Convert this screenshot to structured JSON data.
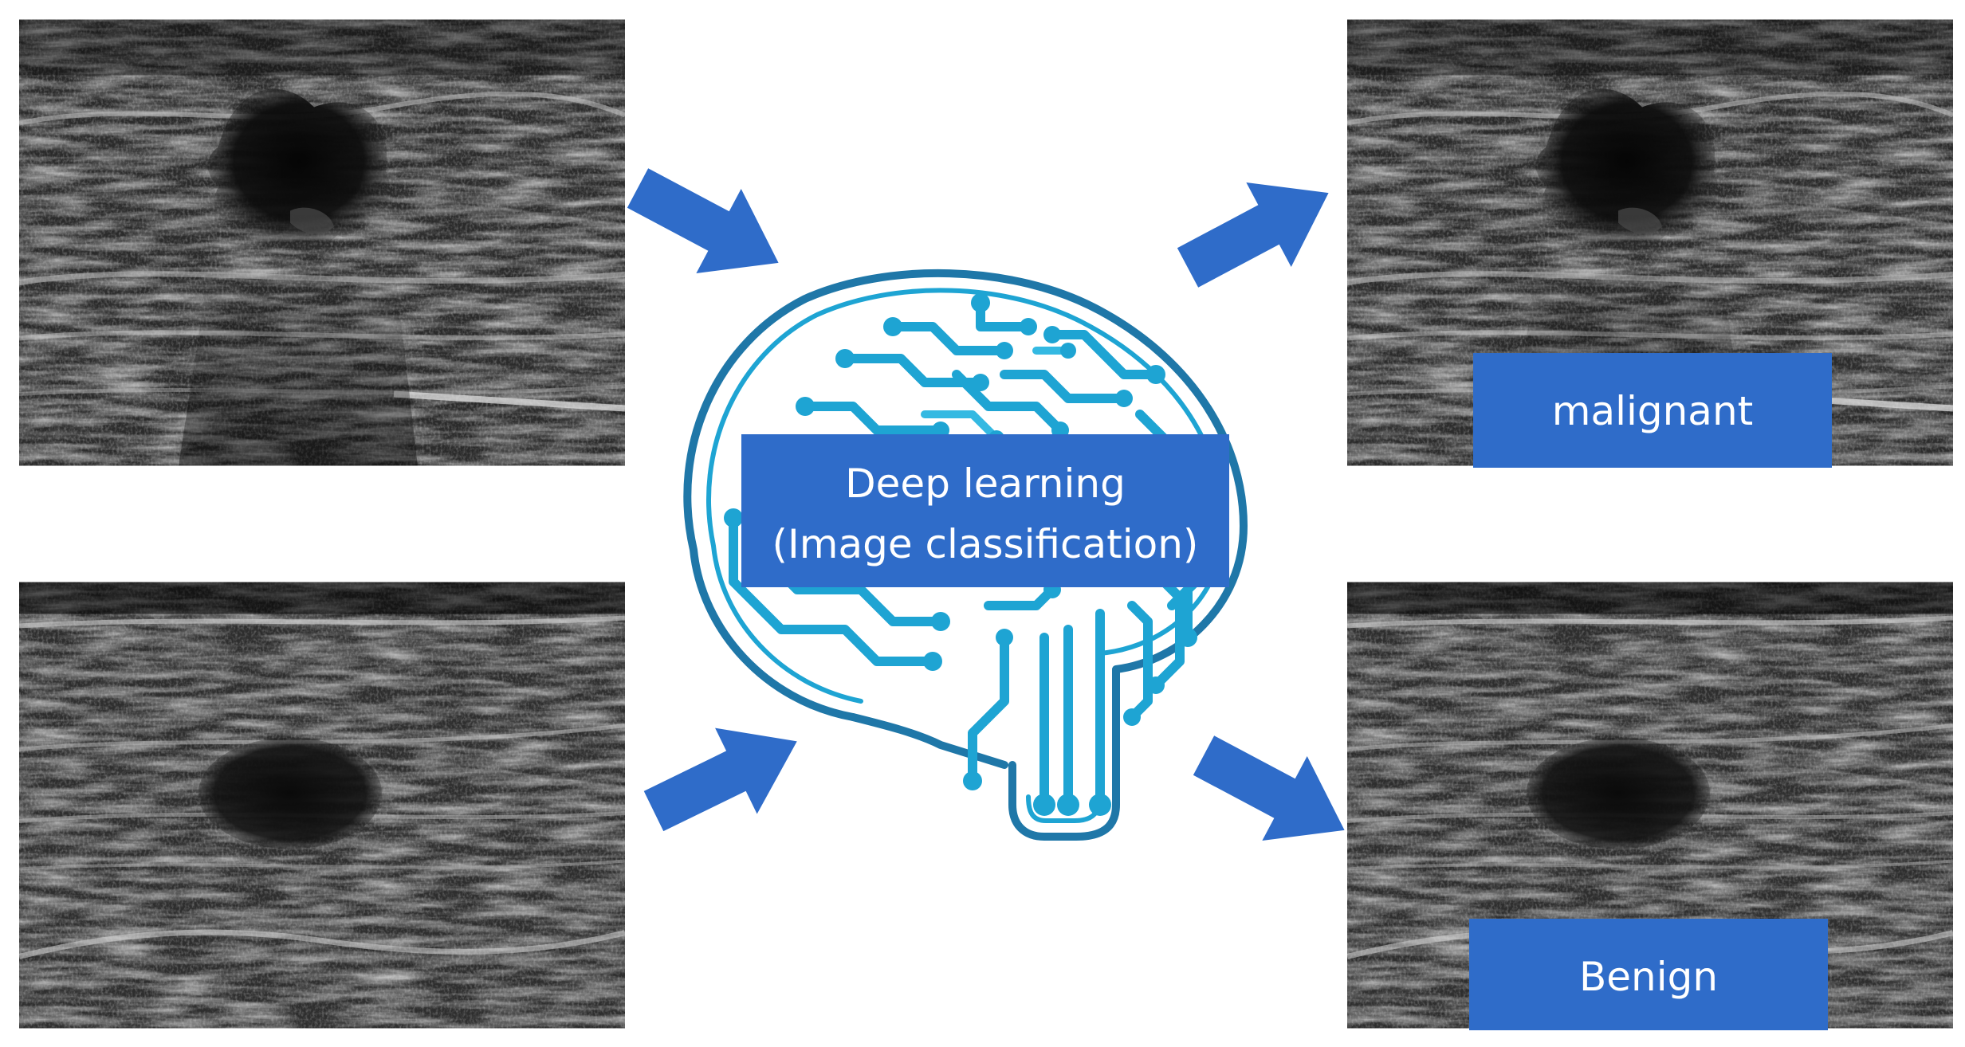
{
  "center": {
    "title_line1": "Deep learning",
    "title_line2": "(Image classification)"
  },
  "outputs": {
    "top_label": "malignant",
    "bottom_label": "Benign"
  },
  "colors": {
    "arrow": "#2f6cc9",
    "label_box": "#2f6cc9",
    "brain_outline": "#1f77a8",
    "circuit": "#1ea4d3",
    "circuit_light": "#34b9e2",
    "label_text": "#ffffff",
    "ultrasound_bg": "#3a3a3a"
  },
  "icons": {
    "flow_arrow": "arrow-icon",
    "brain": "circuit-brain-icon"
  }
}
